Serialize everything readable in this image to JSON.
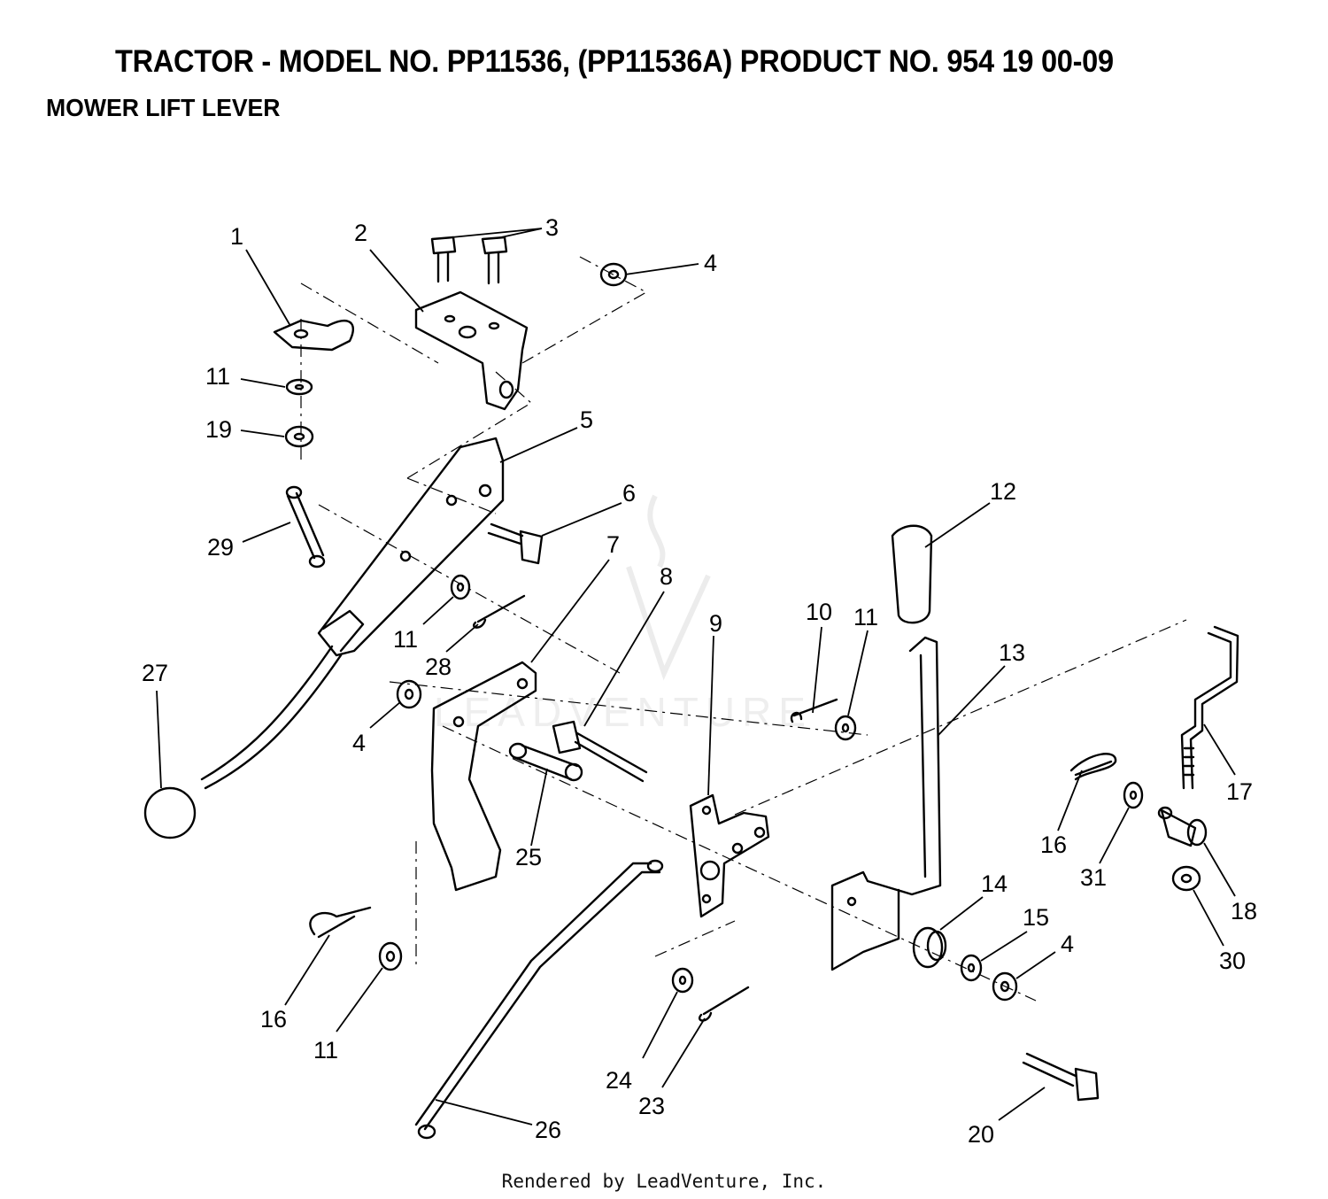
{
  "header": {
    "title": "TRACTOR - MODEL NO. PP11536, (PP11536A)  PRODUCT NO. 954 19 00-09",
    "subtitle": "MOWER LIFT LEVER"
  },
  "watermark": "LEADVENTURE",
  "footer": "Rendered by LeadVenture, Inc.",
  "callouts": [
    "1",
    "2",
    "3",
    "4",
    "11",
    "19",
    "5",
    "29",
    "6",
    "7",
    "12",
    "8",
    "9",
    "10",
    "11",
    "13",
    "27",
    "11",
    "28",
    "4",
    "25",
    "17",
    "16",
    "31",
    "18",
    "14",
    "15",
    "4",
    "30",
    "16",
    "11",
    "24",
    "23",
    "26",
    "20"
  ],
  "colors": {
    "line": "#000000",
    "watermark": "#eeeeee"
  }
}
